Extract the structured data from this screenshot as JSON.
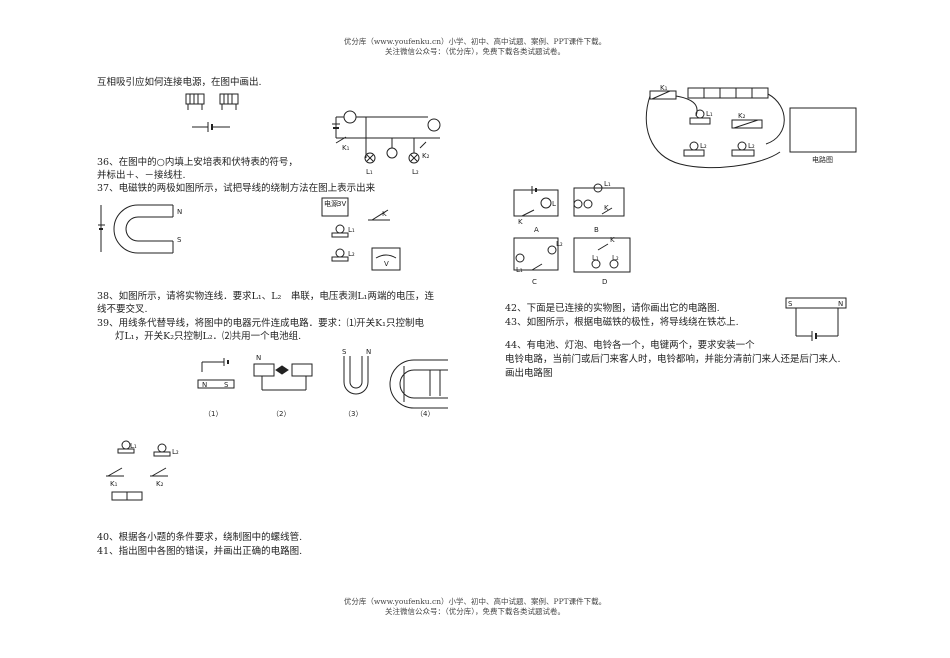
{
  "header": {
    "line1": "优分库（www.youfenku.cn）小学、初中、高中试题、案例、PPT课件下载。",
    "line2": "关注微信公众号：（优分库），免费下载各类试题试卷。"
  },
  "footer": {
    "line1": "优分库（www.youfenku.cn）小学、初中、高中试题、案例、PPT课件下载。",
    "line2": "关注微信公众号：（优分库），免费下载各类试题试卷。"
  },
  "left": {
    "q35_tail": "互相吸引应如何连接电源，在图中画出.",
    "q36_line1": "36、在图中的○内填上安培表和伏特表的符号，",
    "q36_line2": "并标出＋、－接线柱.",
    "q37": "37、电磁铁的两极如图所示，试把导线的绕制方法在图上表示出来",
    "q38_line1": "38、如图所示，请将实物连线．要求L₁、L₂　串联，电压表测L₁两端的电压，连",
    "q38_line2": "线不要交叉.",
    "q39_line1": "39、用线条代替导线，将图中的电器元件连成电路．要求：⑴开关K₁只控制电",
    "q39_line2": "灯L₁，开关K₂只控制L₂．⑵共用一个电池组.",
    "q40": "40、根据各小题的条件要求，绕制图中的螺线管.",
    "q41": "41、指出图中各图的错误，并画出正确的电路图."
  },
  "right": {
    "q42": "42、下面是已连接的实物图，请你画出它的电路图.",
    "q43": "43、如图所示，根据电磁铁的极性，将导线绕在铁芯上.",
    "q44_line1": "44、有电池、灯泡、电铃各一个，电键两个，要求安装一个",
    "q44_line2": "电铃电路，当前门或后门来客人时，电铃都响，并能分清前门来人还是后门来人.",
    "q44_line3": "画出电路图"
  },
  "figure_labels": {
    "n": "N",
    "s": "S",
    "k1": "K₁",
    "k2": "K₂",
    "l1": "L₁",
    "l2": "L₂",
    "k": "K",
    "l": "L",
    "power": "电源",
    "volt": "3V",
    "circuit_diagram": "电路图",
    "sub1": "（1）",
    "sub2": "（2）",
    "sub3": "（3）",
    "sub4": "（4）",
    "a": "A",
    "b": "B",
    "c": "C",
    "d": "D",
    "v": "V"
  }
}
